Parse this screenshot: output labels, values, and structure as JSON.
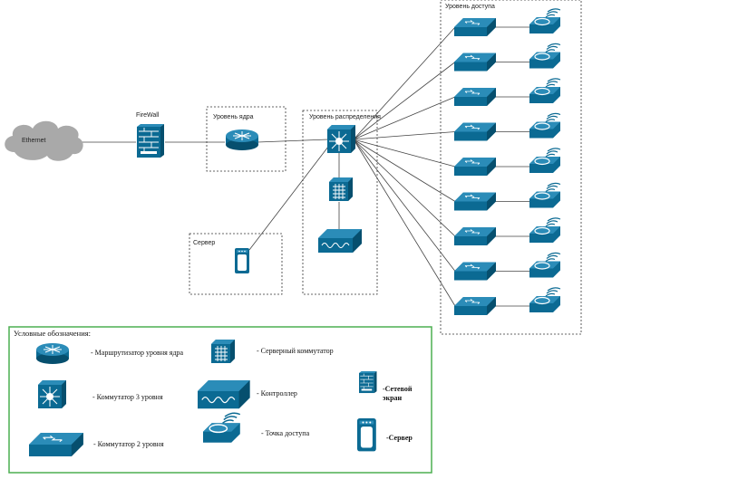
{
  "network": {
    "cloud_label": "Ethernet",
    "firewall_label": "FireWall",
    "core_zone_label": "Уровень ядра",
    "dist_zone_label": "Уровень распределения",
    "server_zone_label": "Сервер",
    "access_zone_label": "Уровень доступа"
  },
  "legend": {
    "title": "Условные обозначения:",
    "router": "- Маршрутизатор уровня ядра",
    "l3switch": "- Коммутатор 3 уровня",
    "l2switch": "- Коммутатор 2 уровня",
    "server_switch": "- Серверный коммутатор",
    "controller": "- Контроллер",
    "access_point": "- Точка доступа",
    "firewall_line1": "-Сетевой",
    "firewall_line2": "экран",
    "server": "-Сервер"
  },
  "colors": {
    "device_blue": "#0b6a93",
    "legend_border": "#4caf50",
    "cloud": "#a9a9a9"
  }
}
